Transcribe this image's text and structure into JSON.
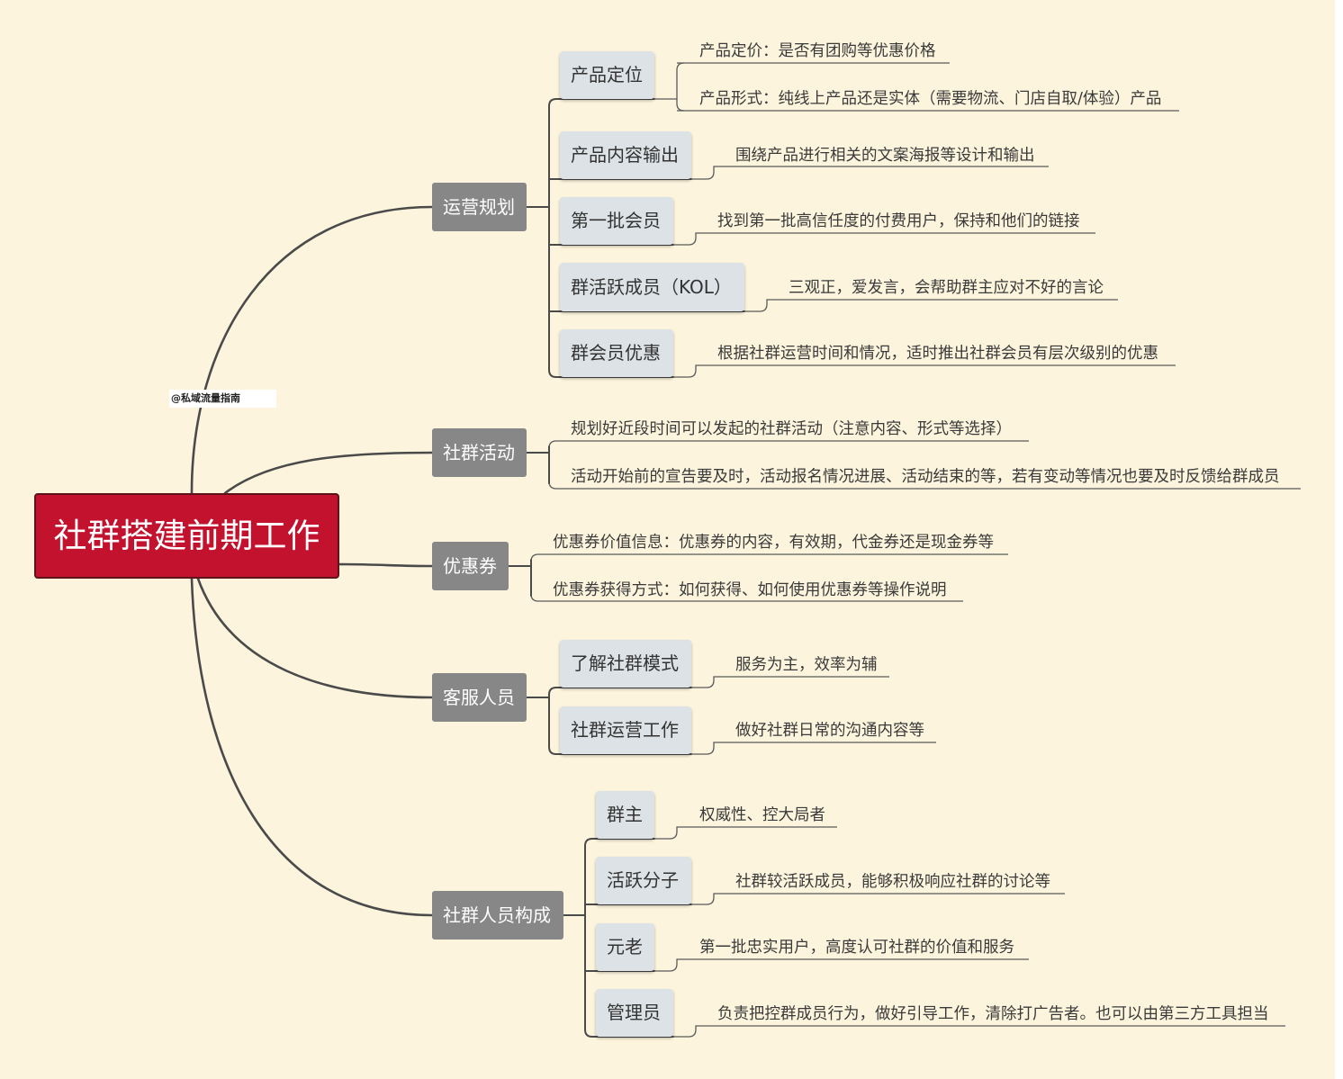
{
  "watermark": "@私域流量指南",
  "root": {
    "label": "社群搭建前期工作"
  },
  "branches": [
    {
      "label": "运营规划",
      "children": [
        {
          "label": "产品定位",
          "notes": [
            "产品定价：是否有团购等优惠价格",
            "产品形式：纯线上产品还是实体（需要物流、门店自取/体验）产品"
          ]
        },
        {
          "label": "产品内容输出",
          "notes": [
            "围绕产品进行相关的文案海报等设计和输出"
          ]
        },
        {
          "label": "第一批会员",
          "notes": [
            "找到第一批高信任度的付费用户，保持和他们的链接"
          ]
        },
        {
          "label": "群活跃成员（KOL）",
          "notes": [
            "三观正，爱发言，会帮助群主应对不好的言论"
          ]
        },
        {
          "label": "群会员优惠",
          "notes": [
            "根据社群运营时间和情况，适时推出社群会员有层次级别的优惠"
          ]
        }
      ]
    },
    {
      "label": "社群活动",
      "notes": [
        "规划好近段时间可以发起的社群活动（注意内容、形式等选择）",
        "活动开始前的宣告要及时，活动报名情况进展、活动结束的等，若有变动等情况也要及时反馈给群成员"
      ]
    },
    {
      "label": "优惠券",
      "notes": [
        "优惠券价值信息：优惠券的内容，有效期，代金券还是现金券等",
        "优惠券获得方式：如何获得、如何使用优惠券等操作说明"
      ]
    },
    {
      "label": "客服人员",
      "children": [
        {
          "label": "了解社群模式",
          "notes": [
            "服务为主，效率为辅"
          ]
        },
        {
          "label": "社群运营工作",
          "notes": [
            "做好社群日常的沟通内容等"
          ]
        }
      ]
    },
    {
      "label": "社群人员构成",
      "children": [
        {
          "label": "群主",
          "notes": [
            "权威性、控大局者"
          ]
        },
        {
          "label": "活跃分子",
          "notes": [
            "社群较活跃成员，能够积极响应社群的讨论等"
          ]
        },
        {
          "label": "元老",
          "notes": [
            "第一批忠实用户，高度认可社群的价值和服务"
          ]
        },
        {
          "label": "管理员",
          "notes": [
            "负责把控群成员行为，做好引导工作，清除打广告者。也可以由第三方工具担当"
          ]
        }
      ]
    }
  ],
  "colors": {
    "background": "#FCF4DC",
    "root_fill": "#C3122E",
    "branch_fill": "#878787",
    "subtopic_fill": "#DCE2E5",
    "line": "#4A4A4A",
    "text": "#333333"
  }
}
